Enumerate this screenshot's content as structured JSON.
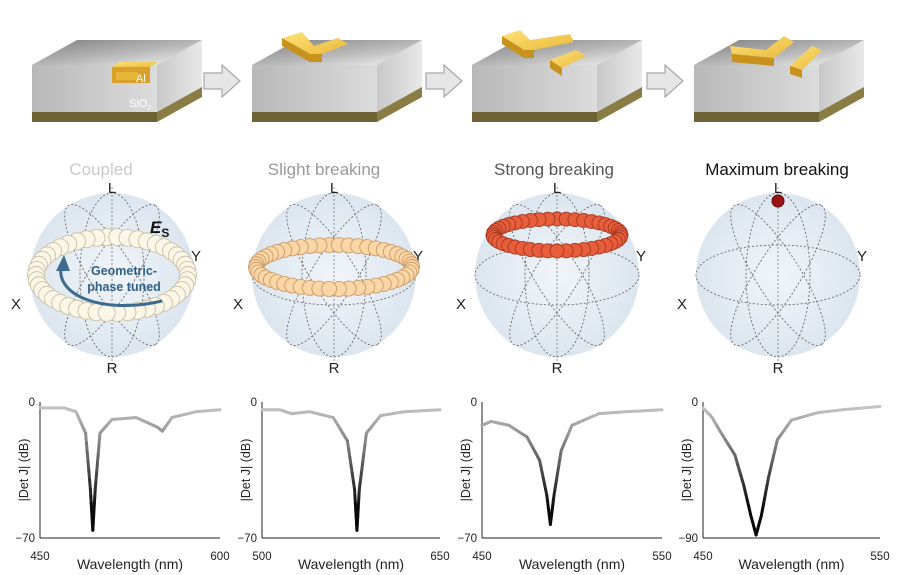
{
  "materials": {
    "top": "Al",
    "middle_base": "SiO",
    "middle_sub": "2",
    "bottom": "Al"
  },
  "panels": [
    {
      "title": "Coupled",
      "title_color": "#c9c9c9",
      "poles": {
        "top": "L",
        "bottom": "R",
        "left": "X",
        "right": "Y"
      },
      "field_label": "E",
      "field_sub": "S",
      "annotation_line1": "Geometric-",
      "annotation_line2": "phase tuned",
      "ring_color": "#fbf6e6",
      "ring_stroke": "#c9c0a8"
    },
    {
      "title": "Slight breaking",
      "title_color": "#9a9a9a",
      "poles": {
        "top": "L",
        "bottom": "R",
        "left": "X",
        "right": "Y"
      },
      "ring_color": "#fbd6a6",
      "ring_stroke": "#c99a66"
    },
    {
      "title": "Strong breaking",
      "title_color": "#555555",
      "poles": {
        "top": "L",
        "bottom": "R",
        "left": "X",
        "right": "Y"
      },
      "ring_color": "#e85e3c",
      "ring_stroke": "#a3381e"
    },
    {
      "title": "Maximum breaking",
      "title_color": "#111111",
      "poles": {
        "top": "L",
        "bottom": "R",
        "left": "X",
        "right": "Y"
      },
      "dot_color": "#9b1414"
    }
  ],
  "chart_data": [
    {
      "type": "line",
      "xlabel": "Wavelength (nm)",
      "ylabel": "|Det J| (dB)",
      "xlim": [
        450,
        600
      ],
      "ylim": [
        -70,
        0
      ],
      "x_ticks": [
        "450",
        "600"
      ],
      "y_ticks": [
        "0",
        "−70"
      ],
      "series": [
        {
          "x": [
            450,
            470,
            480,
            488,
            492,
            494,
            496,
            500,
            510,
            530,
            548,
            552,
            560,
            580,
            600
          ],
          "y": [
            -3,
            -3,
            -5,
            -16,
            -45,
            -66,
            -45,
            -16,
            -9,
            -8,
            -13,
            -15,
            -8,
            -5,
            -4
          ]
        }
      ]
    },
    {
      "type": "line",
      "xlabel": "Wavelength (nm)",
      "ylabel": "|Det J| (dB)",
      "xlim": [
        500,
        650
      ],
      "ylim": [
        -70,
        0
      ],
      "x_ticks": [
        "500",
        "650"
      ],
      "y_ticks": [
        "0",
        "−70"
      ],
      "series": [
        {
          "x": [
            500,
            515,
            525,
            540,
            560,
            572,
            578,
            580,
            582,
            588,
            600,
            620,
            650
          ],
          "y": [
            -4,
            -4,
            -6,
            -5,
            -8,
            -20,
            -45,
            -66,
            -45,
            -16,
            -7,
            -5,
            -4
          ]
        }
      ]
    },
    {
      "type": "line",
      "xlabel": "Wavelength (nm)",
      "ylabel": "|Det J| (dB)",
      "xlim": [
        450,
        550
      ],
      "ylim": [
        -70,
        0
      ],
      "x_ticks": [
        "450",
        "550"
      ],
      "y_ticks": [
        "0",
        "−70"
      ],
      "series": [
        {
          "x": [
            450,
            455,
            465,
            475,
            482,
            486,
            488,
            490,
            494,
            500,
            515,
            530,
            550
          ],
          "y": [
            -12,
            -10,
            -12,
            -18,
            -30,
            -48,
            -63,
            -48,
            -25,
            -12,
            -6,
            -5,
            -4
          ]
        }
      ]
    },
    {
      "type": "line",
      "xlabel": "Wavelength (nm)",
      "ylabel": "|Det J| (dB)",
      "xlim": [
        450,
        550
      ],
      "ylim": [
        -90,
        0
      ],
      "x_ticks": [
        "450",
        "550"
      ],
      "y_ticks": [
        "0",
        "−90"
      ],
      "series": [
        {
          "x": [
            450,
            455,
            460,
            468,
            473,
            477,
            480,
            483,
            487,
            492,
            500,
            515,
            530,
            550
          ],
          "y": [
            -4,
            -10,
            -20,
            -35,
            -55,
            -75,
            -88,
            -75,
            -50,
            -25,
            -12,
            -7,
            -5,
            -3
          ]
        }
      ]
    }
  ]
}
